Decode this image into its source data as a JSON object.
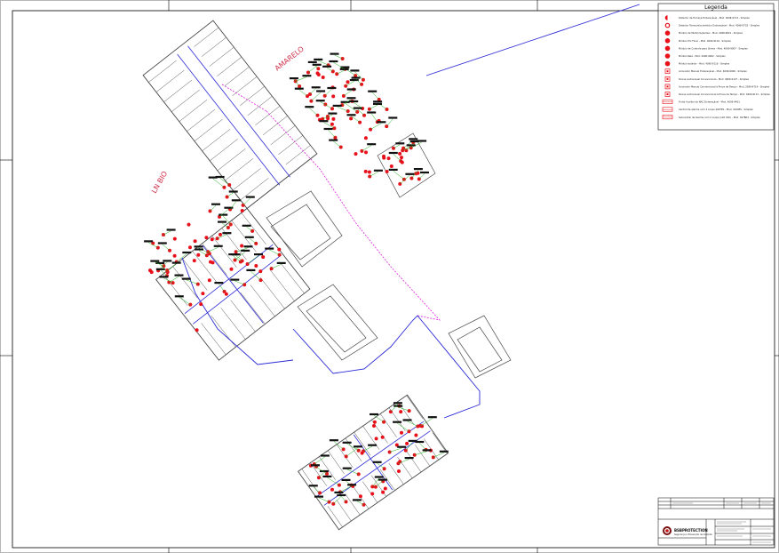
{
  "drawing": {
    "wing_labels": [
      {
        "key": "amarelo",
        "text": "AMARELO"
      },
      {
        "key": "lnbio",
        "text": "LN BIO"
      }
    ],
    "colors": {
      "wall": "#4a4a4a",
      "pipe": "#2b2bd6",
      "device": "#e8101a",
      "magenta": "#e020e0",
      "green": "#19b319",
      "label": "#111111",
      "wing": "#d0304a"
    }
  },
  "legend": {
    "title": "Legenda",
    "items": [
      {
        "icon": "half-circle-icon",
        "text": "Detector de Fumaça Endereçável - Mod. 4098-9714 - Simplex"
      },
      {
        "icon": "cross-circle-icon",
        "text": "Detector Termovelocimétrico Endereçável - Mod. 4098-9733 - Simplex"
      },
      {
        "icon": "circle-icon",
        "text": "Módulo de Multicriação/Isol - Mod. 4098-9821 - Simplex"
      },
      {
        "icon": "circle-icon",
        "text": "Módulo fim Fluxo - Mod. 4090-9116 - Simplex"
      },
      {
        "icon": "circle-icon",
        "text": "Módulo de Controle para Sirene - Mod. 4090-9907 - Simplex"
      },
      {
        "icon": "circle-icon",
        "text": "Módulo Relé - Mod. 4090-9002 - Simplex"
      },
      {
        "icon": "circle-icon",
        "text": "Módulo Isolador - Mod. 4090-9116 - Simplex"
      },
      {
        "icon": "square-icon",
        "text": "Acionador Manual Endereçável - Mod. 4099-9006 - Simplex"
      },
      {
        "icon": "siren-icon",
        "text": "Sirene Audiovisual Convencional - Mod. 4906-9127 - Simplex"
      },
      {
        "icon": "square-icon",
        "text": "Acionador Manual Convencional à Prova de Tempo - Mod. 2099-9714 - Simplex"
      },
      {
        "icon": "siren-icon",
        "text": "Sirene Audiovisual Convencional à Prova de Tempo - Mod. 4906-9131 - Simplex"
      },
      {
        "icon": "panel-icon",
        "text": "Fonte Auxiliar de NAC Endereçável - Mod. 4009-9401"
      },
      {
        "icon": "panel-icon",
        "text": "Central de alarme com 2 Loops 4007ES - Mod. 4100ES - Simplex"
      },
      {
        "icon": "panel-icon",
        "text": "Subcentral de Alarme com 2 Loops (120 VAC) - Mod. 4S7B03 - Simplex"
      }
    ]
  },
  "title_block": {
    "brand": "BSBPROTECTION",
    "brand_sub": "Segurança e Prevenção de Incêndio"
  }
}
